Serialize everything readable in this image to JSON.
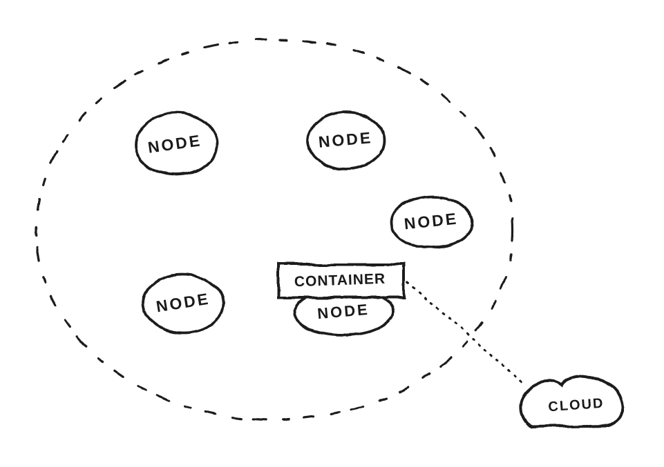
{
  "canvas": {
    "ink_color": "#1a1a1a",
    "paper_color": "#ffffff"
  },
  "diagram": {
    "type": "hand-drawn-sketch",
    "cluster": {
      "shape": "dashed-ellipse",
      "label": ""
    },
    "nodes": [
      {
        "id": "node-top-left",
        "label": "NODE"
      },
      {
        "id": "node-top-right",
        "label": "NODE"
      },
      {
        "id": "node-right",
        "label": "NODE"
      },
      {
        "id": "node-bottom-left",
        "label": "NODE"
      },
      {
        "id": "node-in-container",
        "label": "NODE"
      }
    ],
    "container": {
      "label": "CONTAINER"
    },
    "cloud": {
      "label": "CLOUD"
    },
    "connector": {
      "from": "CONTAINER",
      "to": "CLOUD",
      "style": "dotted"
    }
  }
}
